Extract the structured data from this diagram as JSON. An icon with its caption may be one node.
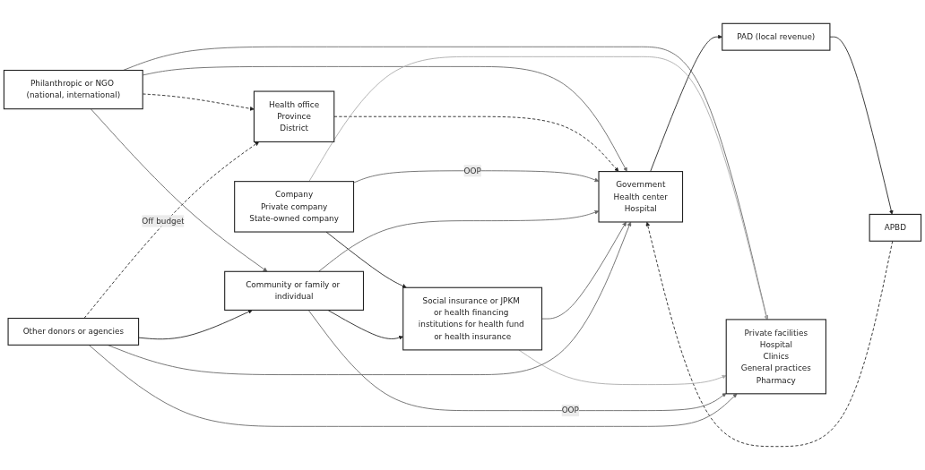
{
  "diagram": {
    "nodes": [
      {
        "text": [
          "Philanthropic or NGO (national, international)"
        ]
      },
      {
        "text": [
          "Health office",
          "Province",
          "District"
        ]
      },
      {
        "text": [
          "APBD"
        ]
      },
      {
        "text": [
          "Company",
          "Private company",
          "State-owned company"
        ]
      },
      {
        "text": [
          "Government",
          "Health center",
          "Hospital"
        ]
      },
      {
        "text": [
          "PAD (local revenue)"
        ]
      },
      {
        "text": [
          "Community or family or individual"
        ]
      },
      {
        "text": [
          "Social insurance or JPKM or health financing institutions for health fund or health insurance"
        ]
      },
      {
        "text": [
          "Private facilities",
          "Hospital",
          "Clinics",
          "General practices",
          "Pharmacy"
        ]
      },
      {
        "text": [
          "Other donors or agencies"
        ]
      }
    ],
    "edges": [
      {
        "from": 0,
        "to": 4,
        "arrow": "to",
        "color": "#666666"
      },
      {
        "from": 0,
        "to": 1,
        "arrow": "to",
        "style": "dashed"
      },
      {
        "from": 0,
        "to": 8,
        "arrow": "to",
        "color": "#666666"
      },
      {
        "from": 0,
        "to": 6,
        "arrow": "to",
        "color": "#666666"
      },
      {
        "from": 1,
        "to": 4,
        "arrow": "to",
        "style": "dashed"
      },
      {
        "from": 2,
        "to": 4,
        "arrow": "to",
        "style": "dashed"
      },
      {
        "from": 4,
        "to": 5,
        "arrow": "to"
      },
      {
        "from": 5,
        "to": 2,
        "arrow": "to"
      },
      {
        "from": 3,
        "to": 7,
        "arrow": "to"
      },
      {
        "from": 3,
        "to": 4,
        "arrow": "to",
        "label": "OOP",
        "color": "#666666"
      },
      {
        "from": 6,
        "to": 4,
        "arrow": "to",
        "color": "#666666"
      },
      {
        "from": 3,
        "to": 8,
        "arrow": "to",
        "color": "#aaaaaa"
      },
      {
        "from": 6,
        "to": 7,
        "arrow": "to"
      },
      {
        "from": 7,
        "to": 4,
        "arrow": "to",
        "color": "#666666"
      },
      {
        "from": 7,
        "to": 8,
        "arrow": "to",
        "color": "#aaaaaa"
      },
      {
        "from": 6,
        "to": 8,
        "arrow": "to",
        "label": "OOP",
        "color": "#666666"
      },
      {
        "from": 9,
        "to": 4,
        "arrow": "to",
        "color": "#666666"
      },
      {
        "from": 9,
        "to": 1,
        "arrow": "to",
        "label": "Off budget",
        "style": "dashed"
      },
      {
        "from": 9,
        "to": 8,
        "arrow": "to",
        "color": "#666666"
      },
      {
        "from": 9,
        "to": 6,
        "arrow": "to"
      }
    ]
  }
}
